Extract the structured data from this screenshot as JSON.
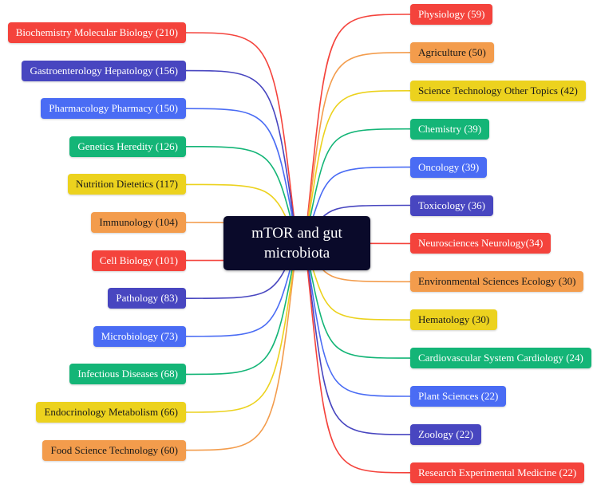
{
  "center": {
    "label": "mTOR and gut microbiota"
  },
  "palette": {
    "red": "#f4433c",
    "orange": "#f39c4c",
    "yellow": "#ecd21e",
    "green": "#14b577",
    "blue": "#4a6cf4",
    "indigo": "#4846c0"
  },
  "left_topics": [
    {
      "label": "Biochemistry Molecular Biology (210)",
      "color": "red"
    },
    {
      "label": "Gastroenterology Hepatology (156)",
      "color": "indigo"
    },
    {
      "label": "Pharmacology Pharmacy (150)",
      "color": "blue"
    },
    {
      "label": "Genetics Heredity (126)",
      "color": "green"
    },
    {
      "label": "Nutrition Dietetics (117)",
      "color": "yellow"
    },
    {
      "label": "Immunology (104)",
      "color": "orange"
    },
    {
      "label": "Cell Biology (101)",
      "color": "red"
    },
    {
      "label": "Pathology (83)",
      "color": "indigo"
    },
    {
      "label": "Microbiology (73)",
      "color": "blue"
    },
    {
      "label": "Infectious Diseases (68)",
      "color": "green"
    },
    {
      "label": "Endocrinology Metabolism (66)",
      "color": "yellow"
    },
    {
      "label": "Food Science Technology (60)",
      "color": "orange"
    }
  ],
  "right_topics": [
    {
      "label": "Physiology (59)",
      "color": "red"
    },
    {
      "label": "Agriculture (50)",
      "color": "orange"
    },
    {
      "label": "Science Technology Other Topics (42)",
      "color": "yellow"
    },
    {
      "label": "Chemistry (39)",
      "color": "green"
    },
    {
      "label": "Oncology (39)",
      "color": "blue"
    },
    {
      "label": "Toxicology (36)",
      "color": "indigo"
    },
    {
      "label": "Neurosciences Neurology(34)",
      "color": "red"
    },
    {
      "label": "Environmental Sciences Ecology (30)",
      "color": "orange"
    },
    {
      "label": "Hematology (30)",
      "color": "yellow"
    },
    {
      "label": "Cardiovascular System Cardiology (24)",
      "color": "green"
    },
    {
      "label": "Plant Sciences (22)",
      "color": "blue"
    },
    {
      "label": "Zoology (22)",
      "color": "indigo"
    },
    {
      "label": "Research Experimental Medicine (22)",
      "color": "red"
    }
  ]
}
